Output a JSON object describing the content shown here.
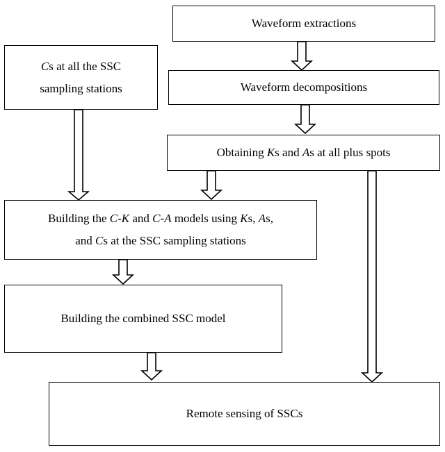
{
  "boxes": {
    "waveform_extractions": "Waveform extractions",
    "waveform_decompositions": "Waveform decompositions",
    "cs_stations": {
      "line1_italic": "C",
      "line1_rest": "s at all the SSC",
      "line2": "sampling stations"
    },
    "obtaining": {
      "pre": "Obtaining ",
      "k": "K",
      "mid": "s and ",
      "a": "A",
      "post": "s at all plus spots"
    },
    "building_models": {
      "l1_pre": "Building the ",
      "l1_ck": "C-K",
      "l1_and": " and ",
      "l1_ca": "C-A",
      "l1_using": " models using ",
      "l1_k": "K",
      "l1_s1": "s, ",
      "l1_a": "A",
      "l1_s2": "s,",
      "l2_pre": "and ",
      "l2_c": "C",
      "l2_post": "s at the SSC sampling stations"
    },
    "combined_model": "Building the combined SSC model",
    "remote_sensing": "Remote sensing of SSCs"
  },
  "colors": {
    "stroke": "#000000",
    "fill": "#ffffff"
  }
}
